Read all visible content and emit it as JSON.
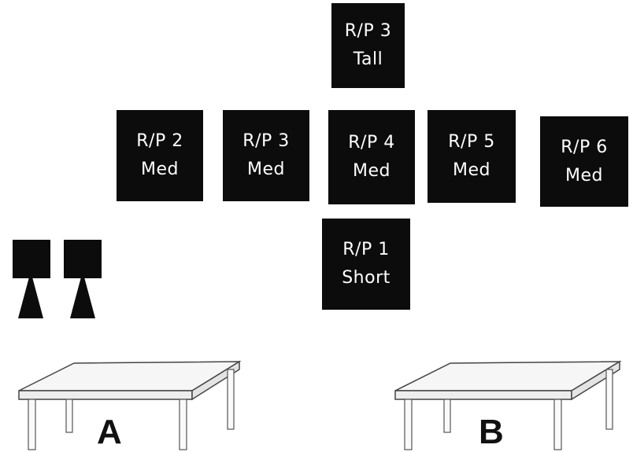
{
  "boxes": {
    "top": {
      "line1": "R/P 3",
      "line2": "Tall"
    },
    "middle": [
      {
        "line1": "R/P 2",
        "line2": "Med"
      },
      {
        "line1": "R/P 3",
        "line2": "Med"
      },
      {
        "line1": "R/P 4",
        "line2": "Med"
      },
      {
        "line1": "R/P 5",
        "line2": "Med"
      },
      {
        "line1": "R/P 6",
        "line2": "Med"
      }
    ],
    "bottom": {
      "line1": "R/P 1",
      "line2": "Short"
    }
  },
  "tables": [
    {
      "label": "A"
    },
    {
      "label": "B"
    }
  ],
  "icons": [
    "speaker-icon",
    "speaker-icon",
    "table-icon",
    "table-icon"
  ]
}
